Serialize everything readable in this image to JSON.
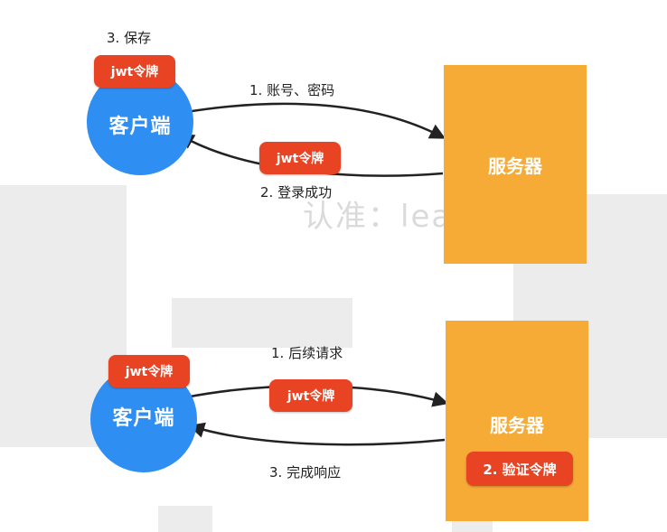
{
  "top": {
    "save_label": "3. 保存",
    "client_token": "jwt令牌",
    "client_label": "客户端",
    "request_label": "1. 账号、密码",
    "return_token": "jwt令牌",
    "response_label": "2. 登录成功",
    "server_label": "服务器"
  },
  "bottom": {
    "client_token": "jwt令牌",
    "client_label": "客户端",
    "request_label": "1. 后续请求",
    "request_token": "jwt令牌",
    "response_label": "3. 完成响应",
    "server_label": "服务器",
    "verify_label": "2. 验证令牌"
  },
  "watermark": {
    "text": "认准：leaaiv.cn"
  },
  "colors": {
    "client": "#2f8ef2",
    "server": "#f5ab35",
    "token": "#e84323",
    "arrow": "#222222"
  }
}
